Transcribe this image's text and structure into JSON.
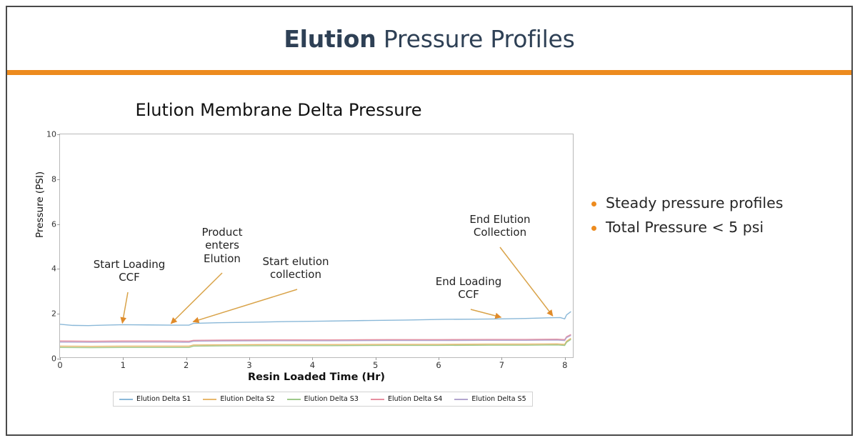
{
  "slide": {
    "title_bold": "Elution",
    "title_rest": " Pressure Profiles",
    "accent_color": "#ed8b1e",
    "title_color": "#2e4055",
    "border_color": "#4a4a4a"
  },
  "bullets": [
    {
      "text": "Steady pressure profiles"
    },
    {
      "text": "Total Pressure < 5 psi"
    }
  ],
  "annotations": [
    {
      "id": "start-loading-ccf",
      "text": "Start Loading\nCCF",
      "target_x": 1.0,
      "target_y": 1.46
    },
    {
      "id": "product-enters-elution",
      "text": "Product\nenters\nElution",
      "target_x": 1.77,
      "target_y": 1.44
    },
    {
      "id": "start-elution-collection",
      "text": "Start elution\ncollection",
      "target_x": 2.12,
      "target_y": 1.52
    },
    {
      "id": "end-loading-ccf",
      "text": "End Loading\nCCF",
      "target_x": 7.0,
      "target_y": 1.72
    },
    {
      "id": "end-elution-collection",
      "text": "End Elution\nCollection",
      "target_x": 7.82,
      "target_y": 1.78
    }
  ],
  "chart_data": {
    "type": "line",
    "title": "Elution Membrane Delta Pressure",
    "xlabel": "Resin Loaded Time (Hr)",
    "ylabel": "Pressure (PSI)",
    "xlim": [
      0,
      8.15
    ],
    "ylim": [
      0,
      10
    ],
    "xticks": [
      0,
      1,
      2,
      3,
      4,
      5,
      6,
      7,
      8
    ],
    "yticks": [
      0,
      2,
      4,
      6,
      8,
      10
    ],
    "grid": false,
    "legend_position": "bottom",
    "series": [
      {
        "name": "Elution Delta S1",
        "color": "#8ab8d8",
        "x": [
          0,
          0.2,
          0.45,
          0.7,
          1.0,
          1.4,
          1.8,
          2.05,
          2.12,
          2.5,
          3.0,
          3.6,
          4.2,
          4.9,
          5.5,
          6.1,
          6.6,
          7.0,
          7.4,
          7.75,
          7.95,
          8.02,
          8.05,
          8.12
        ],
        "values": [
          1.48,
          1.43,
          1.42,
          1.44,
          1.46,
          1.45,
          1.44,
          1.44,
          1.52,
          1.55,
          1.57,
          1.6,
          1.62,
          1.65,
          1.67,
          1.7,
          1.71,
          1.72,
          1.74,
          1.77,
          1.78,
          1.72,
          1.9,
          2.05
        ]
      },
      {
        "name": "Elution Delta S2",
        "color": "#e8b86d",
        "x": [
          0,
          0.5,
          1.0,
          1.6,
          2.05,
          2.12,
          2.6,
          3.4,
          4.3,
          5.2,
          6.0,
          6.8,
          7.4,
          7.9,
          8.02,
          8.05,
          8.12
        ],
        "values": [
          0.5,
          0.49,
          0.5,
          0.5,
          0.5,
          0.55,
          0.56,
          0.57,
          0.57,
          0.58,
          0.58,
          0.59,
          0.59,
          0.6,
          0.58,
          0.72,
          0.85
        ]
      },
      {
        "name": "Elution Delta S3",
        "color": "#9ec98a",
        "x": [
          0,
          0.5,
          1.0,
          1.6,
          2.05,
          2.12,
          2.6,
          3.4,
          4.3,
          5.2,
          6.0,
          6.8,
          7.4,
          7.9,
          8.02,
          8.05,
          8.12
        ],
        "values": [
          0.44,
          0.43,
          0.44,
          0.44,
          0.44,
          0.5,
          0.51,
          0.52,
          0.52,
          0.53,
          0.53,
          0.54,
          0.54,
          0.55,
          0.53,
          0.67,
          0.8
        ]
      },
      {
        "name": "Elution Delta S4",
        "color": "#e78fa0",
        "x": [
          0,
          0.5,
          1.0,
          1.6,
          2.05,
          2.12,
          2.6,
          3.4,
          4.3,
          5.2,
          6.0,
          6.8,
          7.4,
          7.9,
          8.02,
          8.05,
          8.12
        ],
        "values": [
          0.73,
          0.72,
          0.73,
          0.73,
          0.72,
          0.76,
          0.77,
          0.78,
          0.78,
          0.79,
          0.79,
          0.8,
          0.8,
          0.81,
          0.79,
          0.92,
          1.02
        ]
      },
      {
        "name": "Elution Delta S5",
        "color": "#b3a6cf",
        "x": [
          0,
          0.5,
          1.0,
          1.6,
          2.05,
          2.12,
          2.6,
          3.4,
          4.3,
          5.2,
          6.0,
          6.8,
          7.4,
          7.9,
          8.02,
          8.05,
          8.12
        ],
        "values": [
          0.68,
          0.67,
          0.68,
          0.68,
          0.67,
          0.72,
          0.73,
          0.74,
          0.74,
          0.75,
          0.75,
          0.76,
          0.76,
          0.77,
          0.75,
          0.88,
          0.98
        ]
      }
    ]
  }
}
